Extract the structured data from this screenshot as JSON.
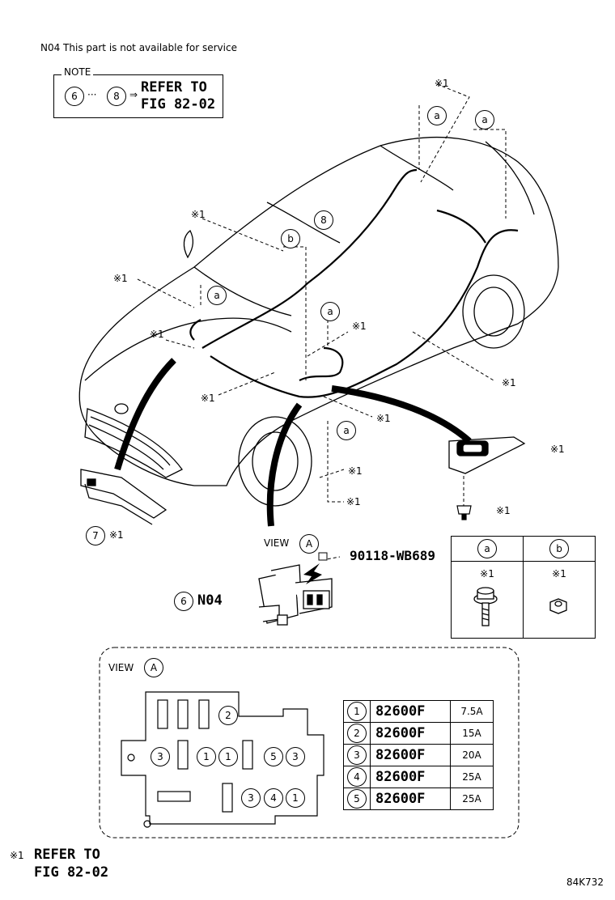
{
  "header_note": "N04 This part is not available for service",
  "note_box": {
    "label": "NOTE",
    "from": "6",
    "dots": "···",
    "to": "8",
    "arrow": "⇒",
    "line1": "REFER TO",
    "line2": "FIG 82-02"
  },
  "callouts": {
    "ref_mark": "※1",
    "a": "a",
    "b": "b",
    "item6": "6",
    "item7": "7",
    "item8": "8",
    "code_n04": "N04",
    "part_number": "90118-WB689",
    "view_label": "VIEW",
    "view_letter": "A"
  },
  "fastener_table": {
    "headers": [
      "a",
      "b"
    ],
    "refs": [
      "※1",
      "※1"
    ],
    "icons": [
      "bolt-icon",
      "nut-icon"
    ]
  },
  "view_a": {
    "label": "VIEW",
    "letter": "A",
    "fuse_slots_row1": [
      "",
      "",
      "",
      "2"
    ],
    "fuse_slots_row2": [
      "3",
      "",
      "1",
      "1",
      "",
      "5",
      "3"
    ],
    "fuse_slots_row3": [
      "",
      "3",
      "4",
      "1"
    ]
  },
  "fuse_table": [
    {
      "no": "1",
      "part": "82600F",
      "rating": "7.5A"
    },
    {
      "no": "2",
      "part": "82600F",
      "rating": "15A"
    },
    {
      "no": "3",
      "part": "82600F",
      "rating": "20A"
    },
    {
      "no": "4",
      "part": "82600F",
      "rating": "25A"
    },
    {
      "no": "5",
      "part": "82600F",
      "rating": "25A"
    }
  ],
  "footer": {
    "ref_mark": "※1",
    "line1": "REFER TO",
    "line2": "FIG 82-02",
    "figure_code": "84K732"
  }
}
